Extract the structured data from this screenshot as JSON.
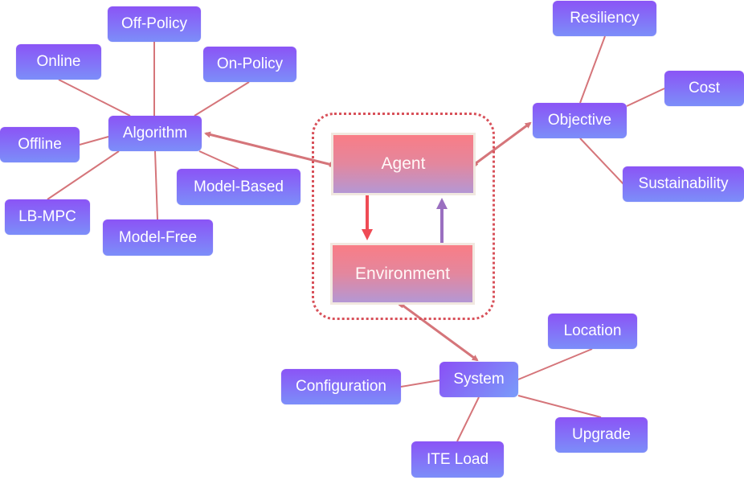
{
  "diagram": {
    "type": "reinforcement-learning-concept-map",
    "colors": {
      "node_top": "#8b54f6",
      "node_bottom": "#7c8ef9",
      "core_top": "#f97d86",
      "core_bottom": "#b497d4",
      "edge": "#d5757a",
      "container_border": "#d8515a",
      "action_arrow": "#ef4b55",
      "feedback_arrow": "#9a6fc0"
    },
    "core": {
      "agent": "Agent",
      "environment": "Environment"
    },
    "hubs": {
      "algorithm": "Algorithm",
      "objective": "Objective",
      "system": "System"
    },
    "algorithm_children": {
      "off_policy": "Off-Policy",
      "online": "Online",
      "on_policy": "On-Policy",
      "offline": "Offline",
      "model_based": "Model-Based",
      "lb_mpc": "LB-MPC",
      "model_free": "Model-Free"
    },
    "objective_children": {
      "resiliency": "Resiliency",
      "cost": "Cost",
      "sustainability": "Sustainability"
    },
    "system_children": {
      "location": "Location",
      "configuration": "Configuration",
      "upgrade": "Upgrade",
      "ite_load": "ITE Load"
    },
    "edges": [
      {
        "from": "Algorithm",
        "to": "Off-Policy",
        "style": "line"
      },
      {
        "from": "Algorithm",
        "to": "Online",
        "style": "line"
      },
      {
        "from": "Algorithm",
        "to": "On-Policy",
        "style": "line"
      },
      {
        "from": "Algorithm",
        "to": "Offline",
        "style": "line"
      },
      {
        "from": "Algorithm",
        "to": "Model-Based",
        "style": "line"
      },
      {
        "from": "Algorithm",
        "to": "LB-MPC",
        "style": "line"
      },
      {
        "from": "Algorithm",
        "to": "Model-Free",
        "style": "line"
      },
      {
        "from": "Objective",
        "to": "Resiliency",
        "style": "line"
      },
      {
        "from": "Objective",
        "to": "Cost",
        "style": "line"
      },
      {
        "from": "Objective",
        "to": "Sustainability",
        "style": "line"
      },
      {
        "from": "System",
        "to": "Location",
        "style": "line"
      },
      {
        "from": "System",
        "to": "Configuration",
        "style": "line"
      },
      {
        "from": "System",
        "to": "Upgrade",
        "style": "line"
      },
      {
        "from": "System",
        "to": "ITE Load",
        "style": "line"
      },
      {
        "from": "Agent",
        "to": "Algorithm",
        "style": "arrow"
      },
      {
        "from": "Agent",
        "to": "Objective",
        "style": "arrow"
      },
      {
        "from": "Environment",
        "to": "System",
        "style": "arrow"
      },
      {
        "from": "Agent",
        "to": "Environment",
        "style": "arrow"
      },
      {
        "from": "Environment",
        "to": "Agent",
        "style": "arrow"
      }
    ]
  }
}
